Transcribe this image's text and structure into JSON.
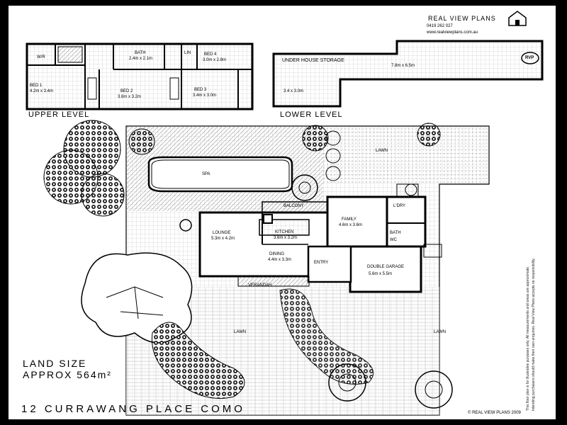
{
  "company": {
    "name": "REAL VIEW PLANS",
    "phone": "0419 262 027",
    "email": "www.realviewplans.com.au",
    "logo_text": "RVP"
  },
  "levels": {
    "upper": "UPPER LEVEL",
    "lower": "LOWER LEVEL"
  },
  "upper_rooms": {
    "wir": "W/R",
    "bath": "BATH",
    "bath_dim": "2.4m x 2.1m",
    "lin": "LIN",
    "bed4": "BED 4",
    "bed4_dim": "3.0m x 2.8m",
    "bed1": "BED 1",
    "bed1_dim": "4.2m x 3.4m",
    "bed2": "BED 2",
    "bed2_dim": "3.6m x 3.2m",
    "bed3": "BED 3",
    "bed3_dim": "3.4m x 3.0m"
  },
  "lower_rooms": {
    "storage": "UNDER HOUSE STORAGE",
    "storage_dim": "7.8m x 6.5m",
    "left_dim": "3.4 x 3.0m"
  },
  "ground_rooms": {
    "spa": "SPA",
    "balcony": "BALCONY",
    "family": "FAMILY",
    "family_dim": "4.6m x 3.6m",
    "lounge": "LOUNGE",
    "lounge_dim": "5.3m x 4.2m",
    "kitchen": "KITCHEN",
    "kitchen_dim": "3.6m x 3.2m",
    "dining": "DINING",
    "dining_dim": "4.4m x 3.3m",
    "entry": "ENTRY",
    "laundry": "L'DRY",
    "bath": "BATH",
    "wc": "WC",
    "garage": "DOUBLE GARAGE",
    "garage_dim": "5.6m x 5.5m",
    "verandah": "VERANDAH"
  },
  "lawn_labels": [
    "LAWN",
    "LAWN",
    "LAWN"
  ],
  "land": {
    "line1": "LAND SIZE",
    "line2": "APPROX 564m²"
  },
  "address": "12 CURRAWANG PLACE COMO",
  "disclaimer": [
    "This floor plan is for illustrative purposes only. All measurements and areas are approximate.",
    "Intending purchasers should make their own enquiries. Real View Plans accepts no responsibility."
  ],
  "footer_small": "© REAL VIEW PLANS 2009"
}
